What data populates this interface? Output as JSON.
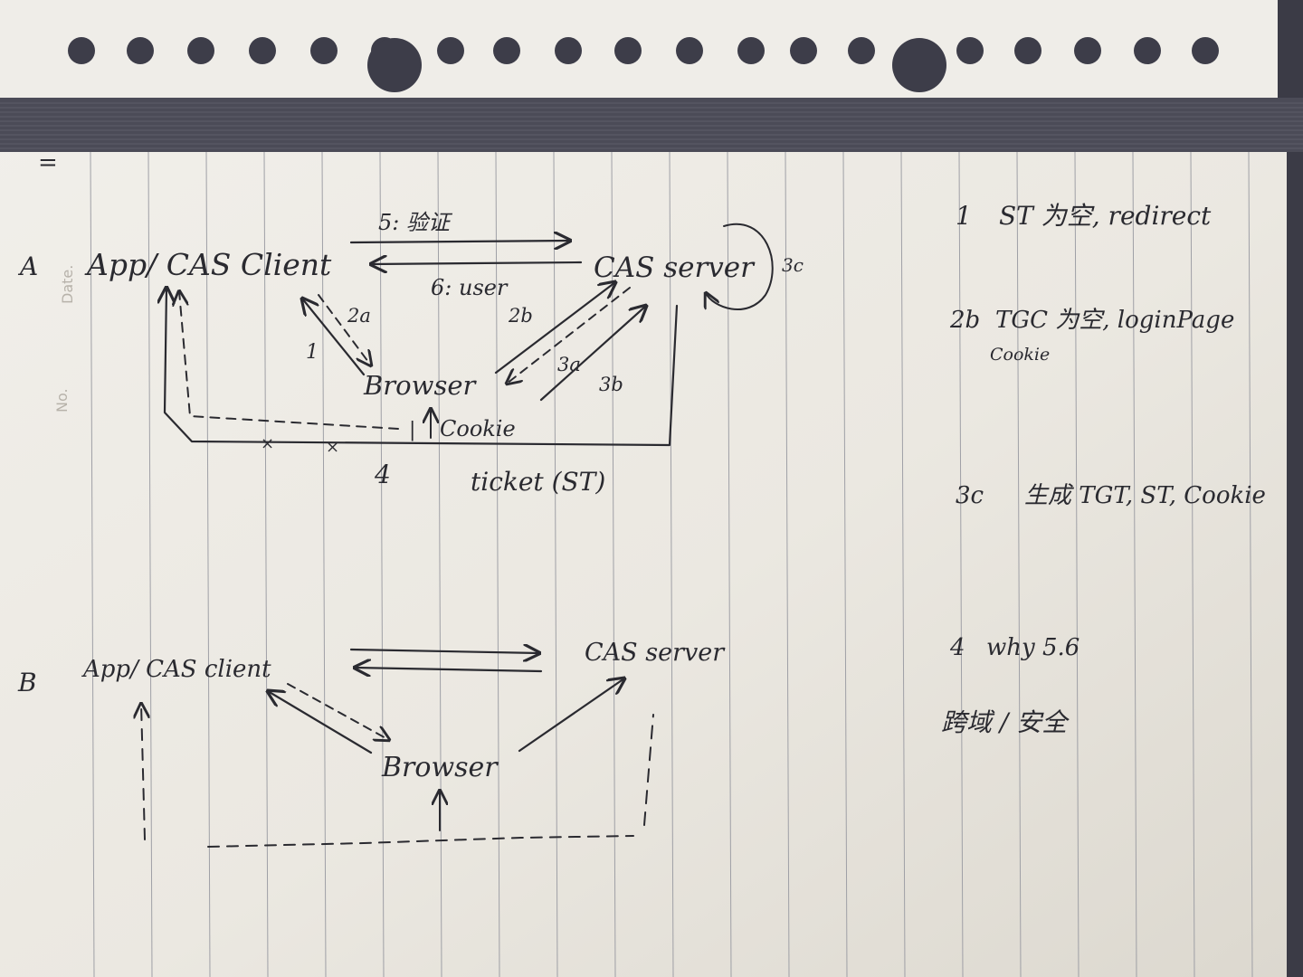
{
  "header_marks": "=",
  "margin_labels": {
    "date": "Date.",
    "no": "No."
  },
  "diagram_a": {
    "section_label": "A",
    "client": "App/ CAS Client",
    "server": "CAS server",
    "browser": "Browser",
    "edge_5": "5: 验证",
    "edge_6": "6: user",
    "edge_1": "1",
    "edge_2a": "2a",
    "edge_2b": "2b",
    "edge_3a": "3a",
    "edge_3b": "3b",
    "edge_3c": "3c",
    "cookie_label": "Cookie",
    "edge_4": "4",
    "ticket_label": "ticket (ST)"
  },
  "diagram_b": {
    "section_label": "B",
    "client": "App/ CAS client",
    "server": "CAS server",
    "browser": "Browser"
  },
  "notes": [
    {
      "key": "1",
      "text": "ST 为空, redirect",
      "sub": ""
    },
    {
      "key": "2b",
      "text": "TGC 为空, loginPage",
      "sub": "Cookie"
    },
    {
      "key": "3c",
      "text": "生成 TGT, ST, Cookie",
      "sub": ""
    },
    {
      "key": "4",
      "text": "why 5.6",
      "sub": ""
    }
  ],
  "notes_footer": "跨域 / 安全"
}
